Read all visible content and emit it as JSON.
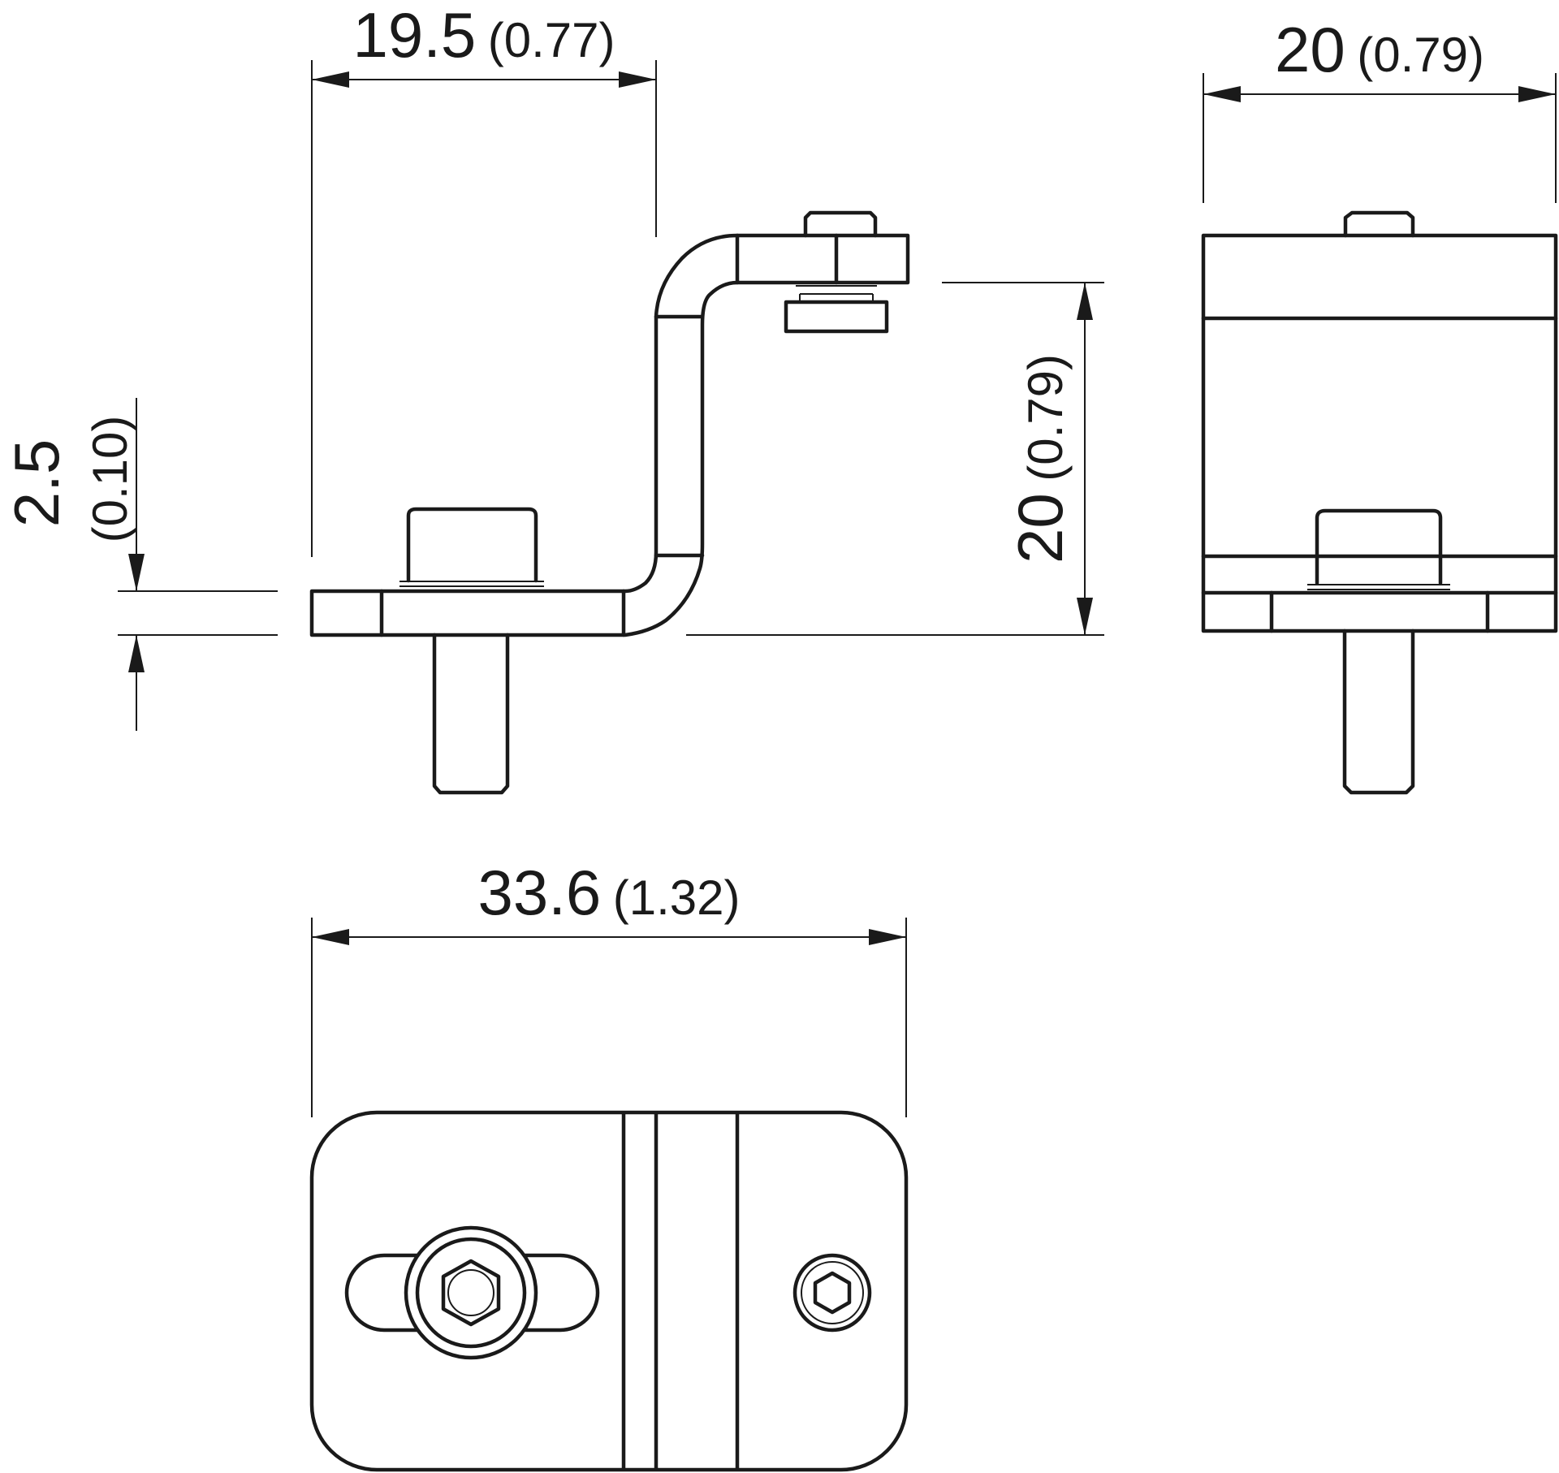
{
  "dimensions": {
    "top_width": {
      "mm": "19.5",
      "in": "(0.77)"
    },
    "side_width": {
      "mm": "20",
      "in": "(0.79)"
    },
    "height": {
      "mm": "20",
      "in": "(0.79)"
    },
    "thickness": {
      "mm": "2.5",
      "in": "(0.10)"
    },
    "bottom_width": {
      "mm": "33.6",
      "in": "(1.32)"
    }
  },
  "colors": {
    "line": "#1a1a1a",
    "background": "#ffffff"
  }
}
